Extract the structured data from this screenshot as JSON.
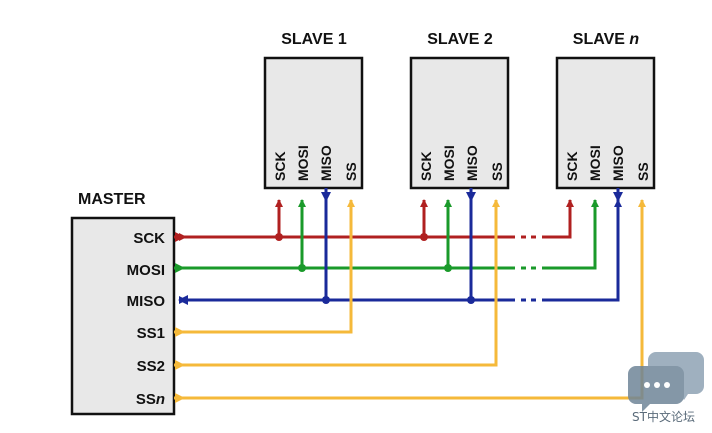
{
  "master": {
    "title": "MASTER",
    "pins": [
      "SCK",
      "MOSI",
      "MISO",
      "SS1",
      "SS2"
    ],
    "ssn_base": "SS",
    "ssn_suffix": "n"
  },
  "slaves": [
    {
      "title_base": "SLAVE",
      "title_suffix": "1"
    },
    {
      "title_base": "SLAVE",
      "title_suffix": "2"
    },
    {
      "title_base": "SLAVE",
      "title_suffix": "n"
    }
  ],
  "slave_pins": [
    "SCK",
    "MOSI",
    "MISO",
    "SS"
  ],
  "signals": [
    {
      "name": "SCK",
      "color": "#b02020"
    },
    {
      "name": "MOSI",
      "color": "#1a9a2a"
    },
    {
      "name": "MISO",
      "color": "#1a2a9a"
    },
    {
      "name": "SS",
      "color": "#f5b93a"
    }
  ],
  "watermark": {
    "text": "ST中文论坛",
    "icon": "chat-bubble-icon"
  }
}
